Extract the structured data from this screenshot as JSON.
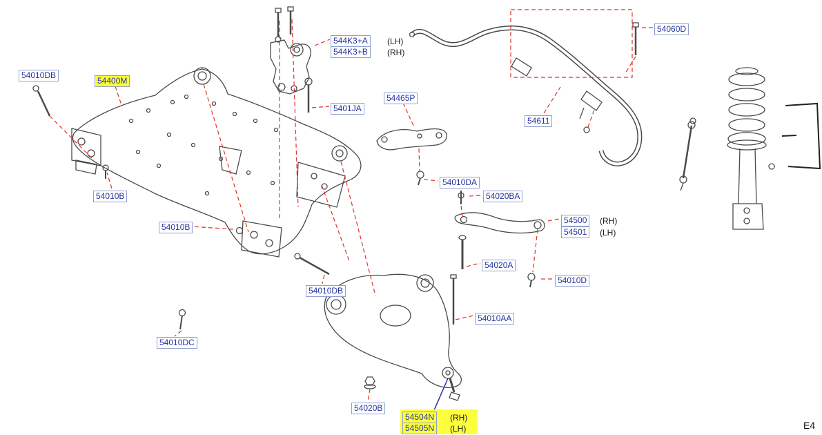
{
  "page": {
    "sheet_code": "E4",
    "background": "#ffffff"
  },
  "colors": {
    "label_text": "#2433a0",
    "label_border": "#8fa0d0",
    "highlight_yellow": "#fdff3c",
    "leader_red": "#e23128",
    "line_art": "#4a4a4a",
    "callout_blue": "#2433a0"
  },
  "diagram": {
    "name": "front-suspension-parts-diagram",
    "depicted_parts": [
      "front-subframe-crossmember",
      "engine-mount-bracket",
      "stabilizer-bar",
      "stabilizer-bar-bushing-clamp",
      "stabilizer-link",
      "strut-and-coil-spring-assembly",
      "support-bracket",
      "connecting-bracket",
      "lower-control-arm",
      "assorted-bolts-nuts-screws"
    ]
  },
  "part_labels": [
    {
      "text": "54010DB",
      "highlighted": false
    },
    {
      "text": "54400M",
      "highlighted": true
    },
    {
      "text": "544K3+A",
      "highlighted": false
    },
    {
      "text": "544K3+B",
      "highlighted": false
    },
    {
      "text": "5401JA",
      "highlighted": false
    },
    {
      "text": "54465P",
      "highlighted": false
    },
    {
      "text": "54060D",
      "highlighted": false
    },
    {
      "text": "54611",
      "highlighted": false
    },
    {
      "text": "54010B",
      "highlighted": false
    },
    {
      "text": "54010DA",
      "highlighted": false
    },
    {
      "text": "54020BA",
      "highlighted": false
    },
    {
      "text": "54010B",
      "highlighted": false
    },
    {
      "text": "54500",
      "highlighted": false
    },
    {
      "text": "54501",
      "highlighted": false
    },
    {
      "text": "54020A",
      "highlighted": false
    },
    {
      "text": "54010D",
      "highlighted": false
    },
    {
      "text": "54010DB",
      "highlighted": false
    },
    {
      "text": "54010AA",
      "highlighted": false
    },
    {
      "text": "54010DC",
      "highlighted": false
    },
    {
      "text": "54020B",
      "highlighted": false
    },
    {
      "text": "54504N",
      "highlighted": true
    },
    {
      "text": "54505N",
      "highlighted": true
    }
  ],
  "annotations": [
    {
      "text": "(LH)"
    },
    {
      "text": "(RH)"
    },
    {
      "text": "(RH)"
    },
    {
      "text": "(LH)"
    },
    {
      "text": "(RH)"
    },
    {
      "text": "(LH)"
    }
  ]
}
